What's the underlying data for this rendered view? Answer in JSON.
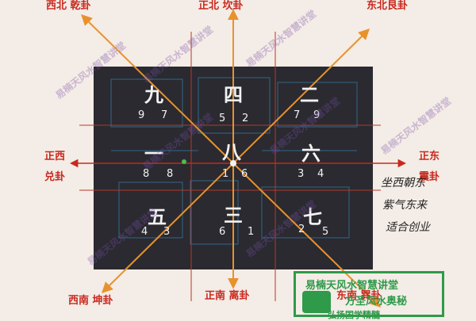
{
  "directions": {
    "northwest": "西北  乾卦",
    "north": "正北  坎卦",
    "northeast": "东北艮卦",
    "west_top": "正西",
    "west_bottom": "兑卦",
    "east_top": "正东",
    "east_bottom": "震卦",
    "southwest": "西南  坤卦",
    "south": "正南  离卦",
    "southeast": "东南  巽卦"
  },
  "palaces": [
    {
      "id": "nw",
      "big": "九",
      "a": "9",
      "b": "7"
    },
    {
      "id": "n",
      "big": "四",
      "a": "5",
      "b": "2"
    },
    {
      "id": "ne",
      "big": "二",
      "a": "7",
      "b": "9"
    },
    {
      "id": "w",
      "big": "一",
      "a": "8",
      "b": "8"
    },
    {
      "id": "c",
      "big": "八",
      "a": "1",
      "b": "6"
    },
    {
      "id": "e",
      "big": "六",
      "a": "3",
      "b": "4"
    },
    {
      "id": "sw",
      "big": "五",
      "a": "4",
      "b": "3"
    },
    {
      "id": "s",
      "big": "三",
      "a": "6",
      "b": "1"
    },
    {
      "id": "se",
      "big": "七",
      "a": "2",
      "b": "5"
    }
  ],
  "note": [
    "坐西朝东",
    "紫气东来",
    "适合创业"
  ],
  "watermark": "易楠天风水智慧讲堂",
  "stamp": {
    "line1": "易楠天风水智慧讲堂",
    "line2": "方圣风水奥秘",
    "line3": "弘扬国学精髓"
  },
  "colors": {
    "page_bg": "#f4ece6",
    "plan_bg": "#2a2a30",
    "arrow": "#e8922c",
    "direction_text": "#c8281e",
    "gridline": "#b33a2a",
    "stamp_green": "#2e9a4a"
  }
}
